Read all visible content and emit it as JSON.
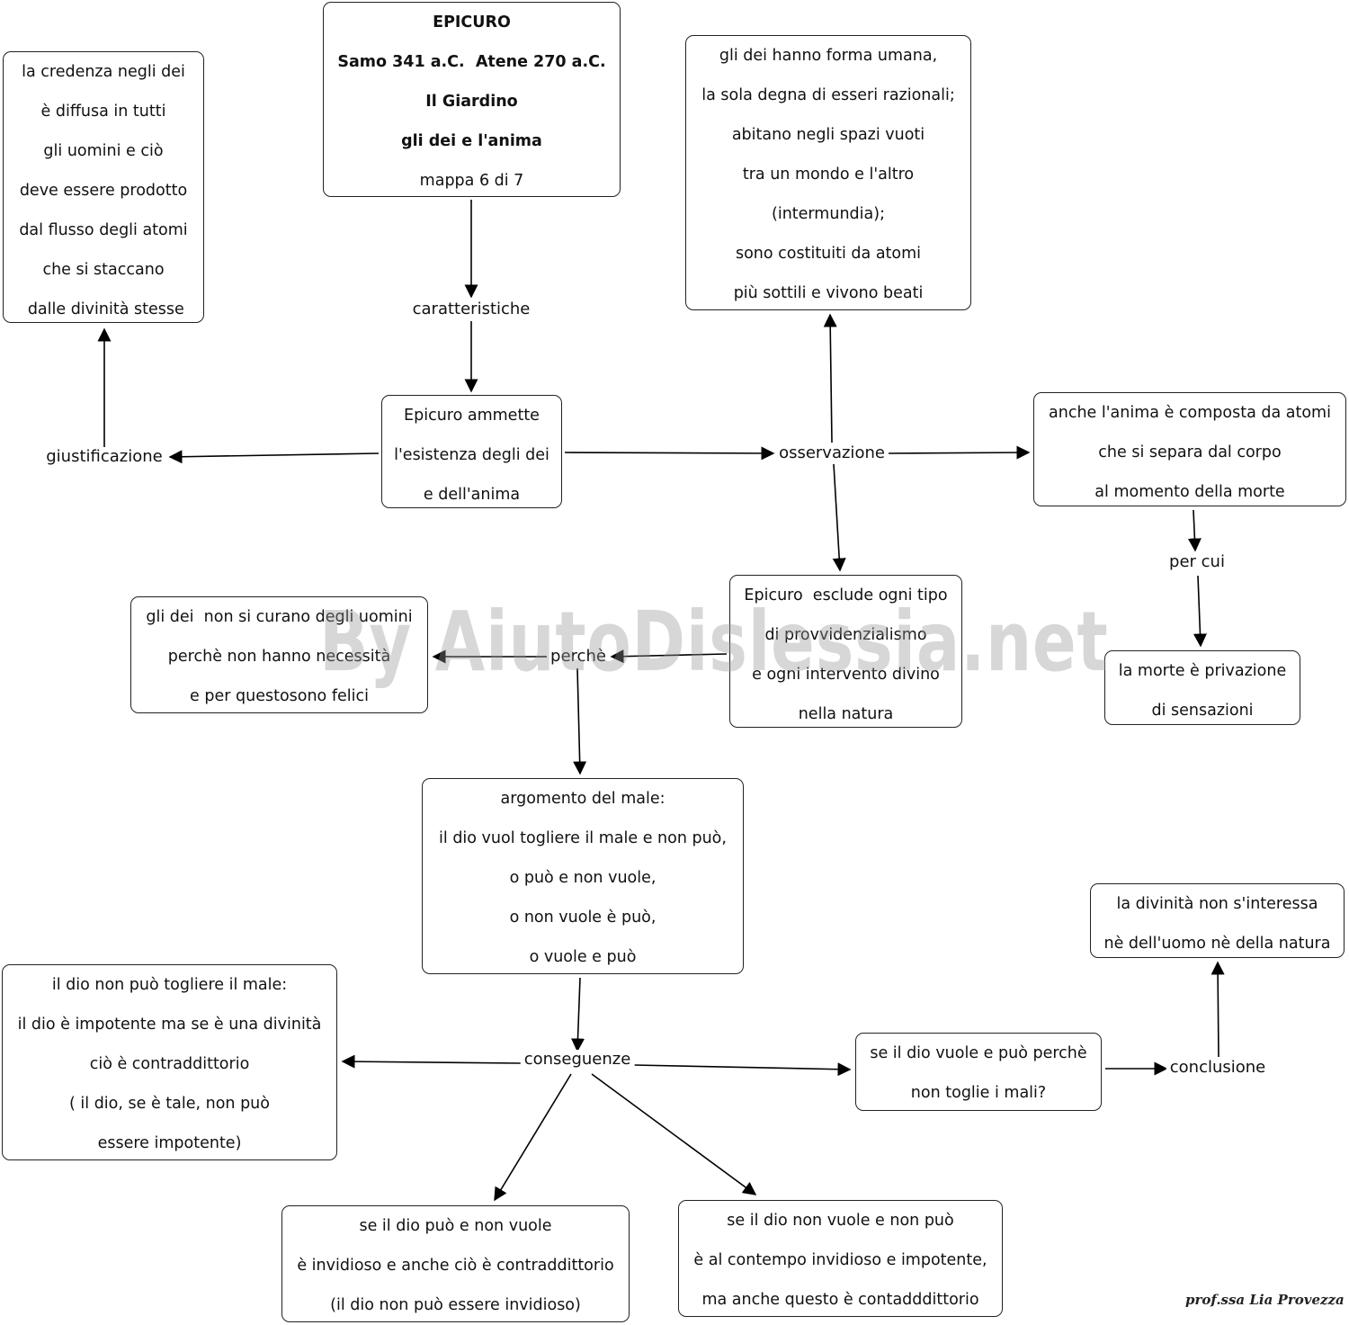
{
  "nodes": {
    "epicuro": [
      "EPICURO",
      "Samo 341 a.C.  Atene 270 a.C.",
      "Il Giardino",
      "gli dei e l'anima",
      "mappa 6 di 7"
    ],
    "credenza": [
      "la credenza negli dei",
      "è diffusa in tutti",
      "gli uomini e ciò",
      "deve essere prodotto",
      "dal flusso degli atomi",
      "che si staccano",
      " dalle divinità stesse"
    ],
    "forma_umana": [
      "gli dei hanno forma umana,",
      "la sola degna di esseri razionali;",
      "abitano negli spazi vuoti",
      "tra un mondo e l'altro",
      "(intermundia);",
      "sono costituiti da atomi",
      "più sottili e vivono beati"
    ],
    "ammette": [
      "Epicuro ammette",
      "l'esistenza degli dei",
      "e dell'anima"
    ],
    "anima": [
      "anche l'anima è composta da atomi",
      "che si separa dal corpo",
      "al momento della morte"
    ],
    "esclude": [
      "Epicuro  esclude ogni tipo",
      "di provvidenzialismo",
      "e ogni intervento divino",
      "nella natura"
    ],
    "non_curano": [
      "gli dei  non si curano degli uomini",
      "perchè non hanno necessità",
      "e per questosono felici"
    ],
    "morte": [
      "la morte è privazione",
      "di sensazioni"
    ],
    "argomento": [
      "argomento del male:",
      "il dio vuol togliere il male e non può,",
      "o può e non vuole,",
      "o non vuole è può,",
      "o vuole e può"
    ],
    "divinita": [
      "la divinità non s'interessa",
      "nè dell'uomo nè della natura"
    ],
    "impotente": [
      "il dio non può togliere il male:",
      "il dio è impotente ma se è una divinità",
      "ciò è contraddittorio",
      "( il dio, se è tale, non può",
      "essere impotente)"
    ],
    "vuole_puo": [
      "se il dio vuole e può perchè",
      "non toglie i mali?"
    ],
    "invidioso": [
      "se il dio può e non vuole",
      "è invidioso e anche ciò è contraddittorio",
      "(il dio non può essere invidioso)"
    ],
    "non_vuole": [
      "se il dio non vuole e non può",
      "è al contempo invidioso e impotente,",
      "ma anche questo è contadddittorio"
    ]
  },
  "labels": {
    "caratteristiche": "caratteristiche",
    "giustificazione": "giustificazione",
    "osservazione": "osservazione",
    "per_cui": "per cui",
    "perche": "perchè",
    "conseguenze": "conseguenze",
    "conclusione": "conclusione"
  },
  "watermark": "By AiutoDislessia.net",
  "signature": "prof.ssa Lia Provezza"
}
